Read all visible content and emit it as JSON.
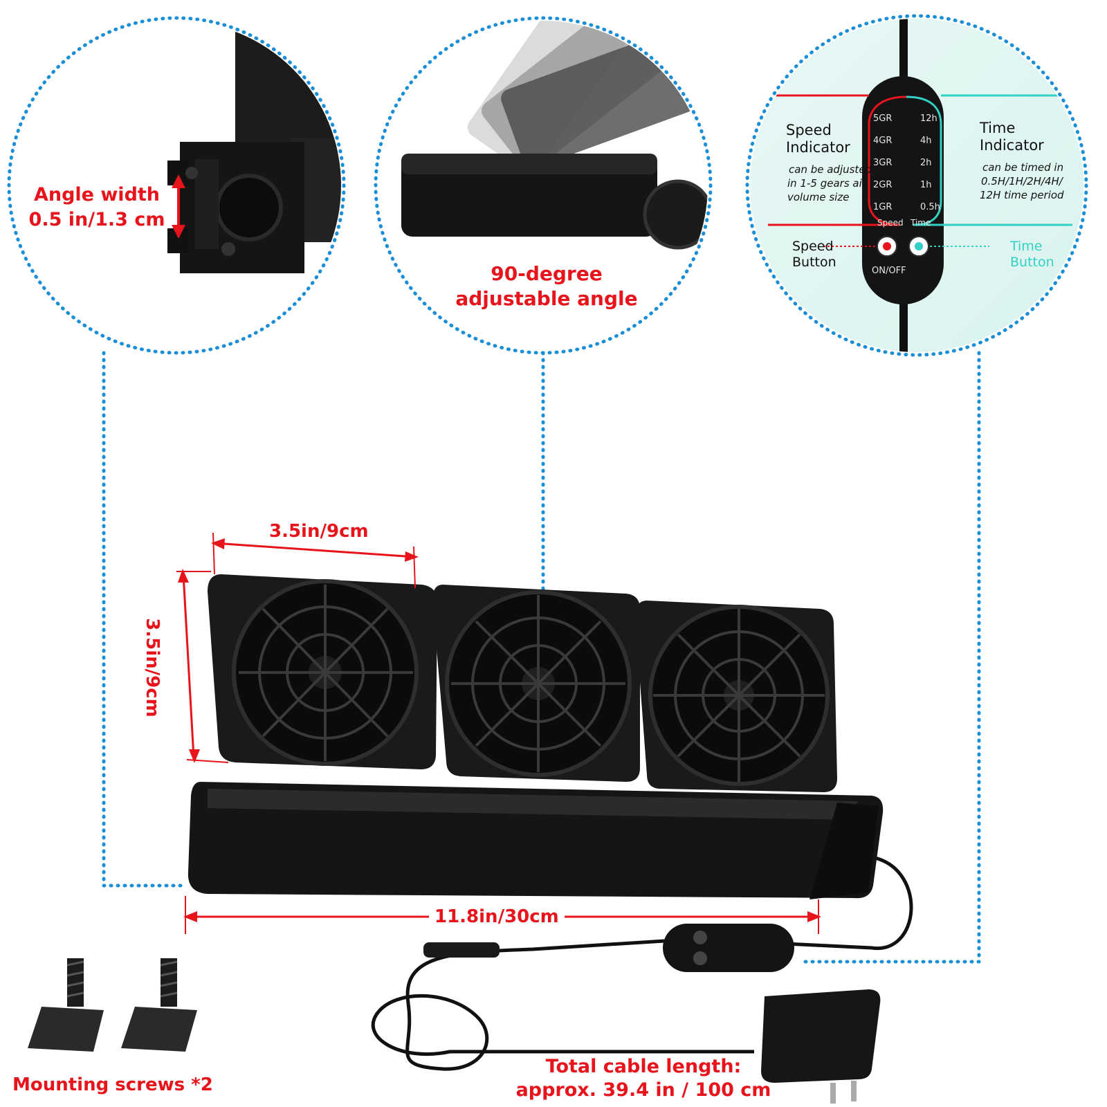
{
  "colors": {
    "annotation_red": "#e8141c",
    "dot_blue": "#1a8fd6",
    "teal": "#33d0c4",
    "product_black": "#151515"
  },
  "callouts": {
    "angle": {
      "line1": "Angle width",
      "line2": "0.5 in/1.3 cm"
    },
    "rotate": {
      "line1": "90-degree",
      "line2": "adjustable angle"
    },
    "controller": {
      "speed_title_1": "Speed",
      "speed_title_2": "Indicator",
      "speed_desc_1": "can be adjusted",
      "speed_desc_2": "in 1-5 gears air",
      "speed_desc_3": "volume size",
      "time_title_1": "Time",
      "time_title_2": "Indicator",
      "time_desc_1": "can be timed in",
      "time_desc_2": "0.5H/1H/2H/4H/",
      "time_desc_3": "12H time period",
      "speed_button_1": "Speed",
      "speed_button_2": "Button",
      "time_button_1": "Time",
      "time_button_2": "Button",
      "gears": [
        "5GR",
        "4GR",
        "3GR",
        "2GR",
        "1GR"
      ],
      "times": [
        "12h",
        "4h",
        "2h",
        "1h",
        "0.5h"
      ],
      "speed_label": "Speed",
      "time_label": "Time",
      "onoff_label": "ON/OFF"
    }
  },
  "dimensions": {
    "width": "3.5in/9cm",
    "height": "3.5in/9cm",
    "length": "11.8in/30cm"
  },
  "cable": {
    "line1": "Total cable length:",
    "line2": "approx. 39.4 in / 100 cm"
  },
  "screws": {
    "label": "Mounting screws *2"
  }
}
